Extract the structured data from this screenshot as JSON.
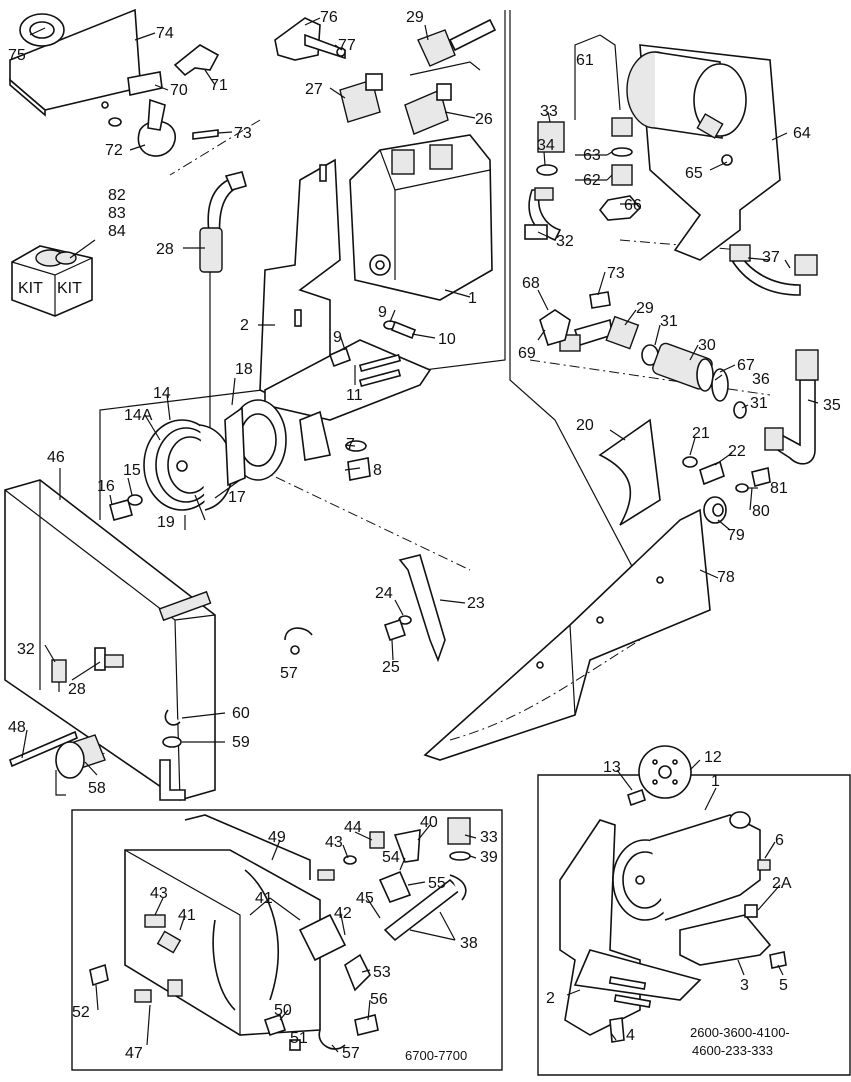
{
  "callouts": {
    "c1": "1",
    "c2": "2",
    "c2A": "2A",
    "c3": "3",
    "c4": "4",
    "c5": "5",
    "c6": "6",
    "c7": "7",
    "c8": "8",
    "c9": "9",
    "c10": "10",
    "c11": "11",
    "c12": "12",
    "c13": "13",
    "c14": "14",
    "c14A": "14A",
    "c15": "15",
    "c16": "16",
    "c17": "17",
    "c18": "18",
    "c19": "19",
    "c20": "20",
    "c21": "21",
    "c22": "22",
    "c23": "23",
    "c24": "24",
    "c25": "25",
    "c26": "26",
    "c27": "27",
    "c28": "28",
    "c29": "29",
    "c30": "30",
    "c31": "31",
    "c32": "32",
    "c33": "33",
    "c34": "34",
    "c35": "35",
    "c36": "36",
    "c37": "37",
    "c38": "38",
    "c39": "39",
    "c40": "40",
    "c41": "41",
    "c42": "42",
    "c43": "43",
    "c44": "44",
    "c45": "45",
    "c46": "46",
    "c47": "47",
    "c48": "48",
    "c49": "49",
    "c50": "50",
    "c51": "51",
    "c52": "52",
    "c53": "53",
    "c54": "54",
    "c55": "55",
    "c56": "56",
    "c57": "57",
    "c58": "58",
    "c59": "59",
    "c60": "60",
    "c61": "61",
    "c62": "62",
    "c63": "63",
    "c64": "64",
    "c65": "65",
    "c66": "66",
    "c67": "67",
    "c68": "68",
    "c69": "69",
    "c70": "70",
    "c71": "71",
    "c72": "72",
    "c73": "73",
    "c74": "74",
    "c75": "75",
    "c76": "76",
    "c77": "77",
    "c78": "78",
    "c79": "79",
    "c80": "80",
    "c81": "81",
    "c82": "82",
    "c83": "83",
    "c84": "84"
  },
  "kit_label": "KIT",
  "inset_left_caption": "6700-7700",
  "inset_right_caption_1": "2600-3600-4100-",
  "inset_right_caption_2": "4600-233-333"
}
